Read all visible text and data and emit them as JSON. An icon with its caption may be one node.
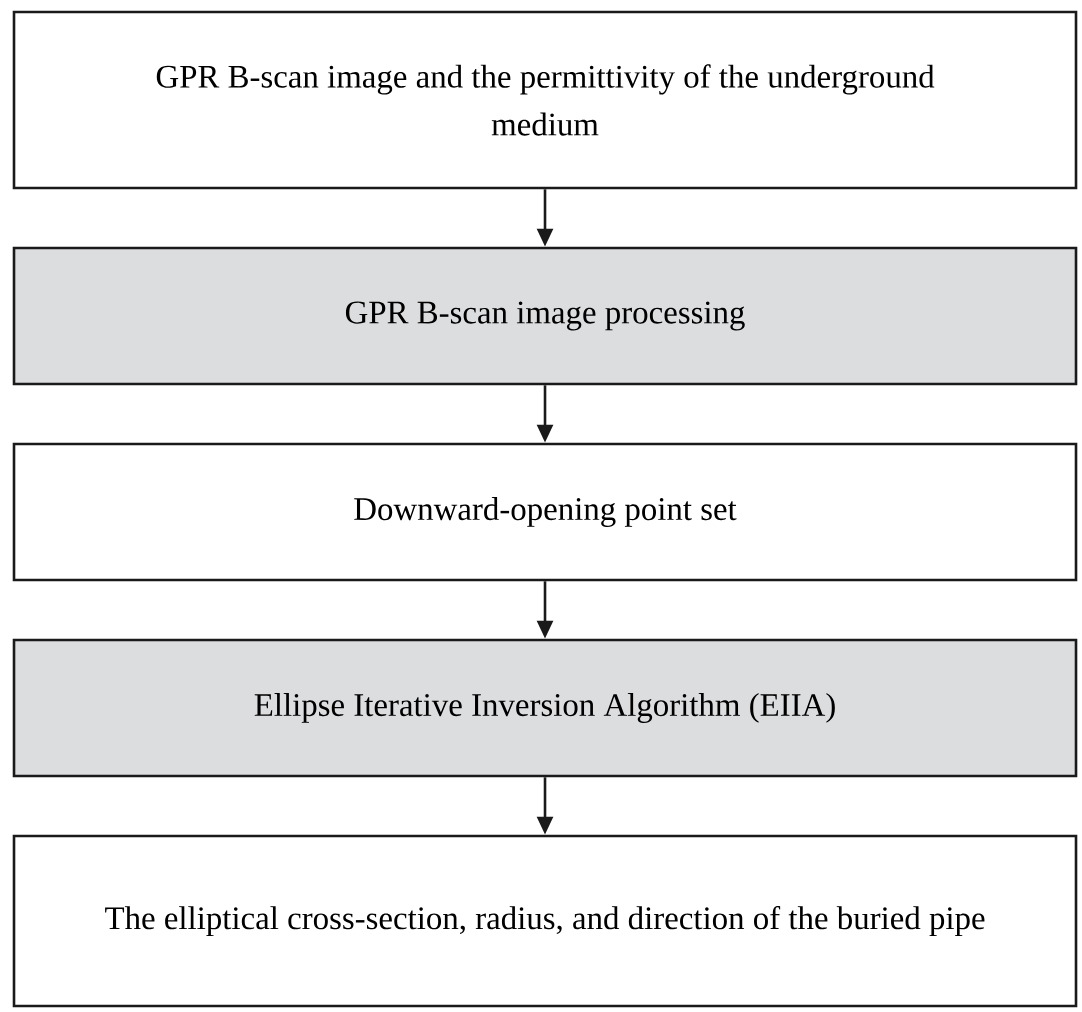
{
  "diagram": {
    "nodes": [
      {
        "text": [
          "GPR B-scan image and the permittivity of the underground medium"
        ]
      },
      {
        "text": [
          "GPR B-scan image processing"
        ]
      },
      {
        "text": [
          "Downward-opening point set"
        ]
      },
      {
        "text": [
          "Ellipse Iterative Inversion Algorithm (EIIA)"
        ]
      },
      {
        "text": [
          "The elliptical cross-section, radius, and direction of the buried pipe"
        ]
      }
    ],
    "edges": [
      {
        "from": 0,
        "to": 1,
        "arrow": "to"
      },
      {
        "from": 1,
        "to": 2,
        "arrow": "to"
      },
      {
        "from": 2,
        "to": 3,
        "arrow": "to"
      },
      {
        "from": 3,
        "to": 4,
        "arrow": "to"
      }
    ]
  }
}
